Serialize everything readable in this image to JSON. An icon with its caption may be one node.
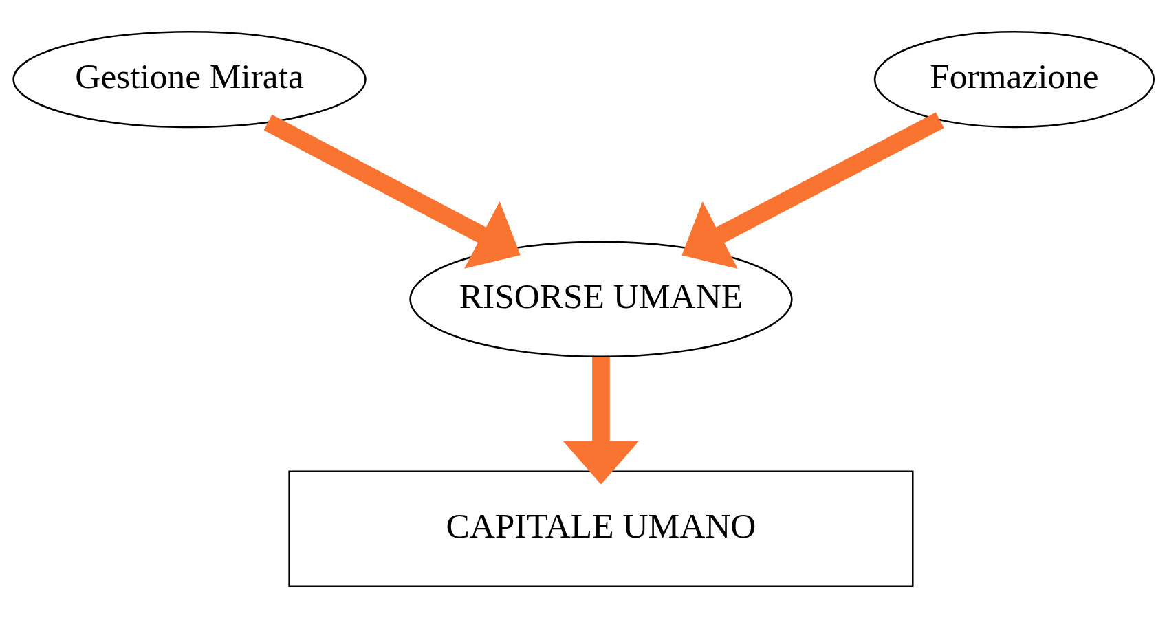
{
  "diagram": {
    "nodes": [
      {
        "text": [
          "Gestione Mirata"
        ]
      },
      {
        "text": [
          "Formazione"
        ]
      },
      {
        "text": [
          "RISORSE UMANE"
        ]
      },
      {
        "text": [
          "CAPITALE UMANO"
        ]
      }
    ],
    "edges": [
      {
        "from": 0,
        "to": 2,
        "arrow": "to"
      },
      {
        "from": 1,
        "to": 2,
        "arrow": "to"
      },
      {
        "from": 2,
        "to": 3,
        "arrow": "to"
      }
    ]
  }
}
